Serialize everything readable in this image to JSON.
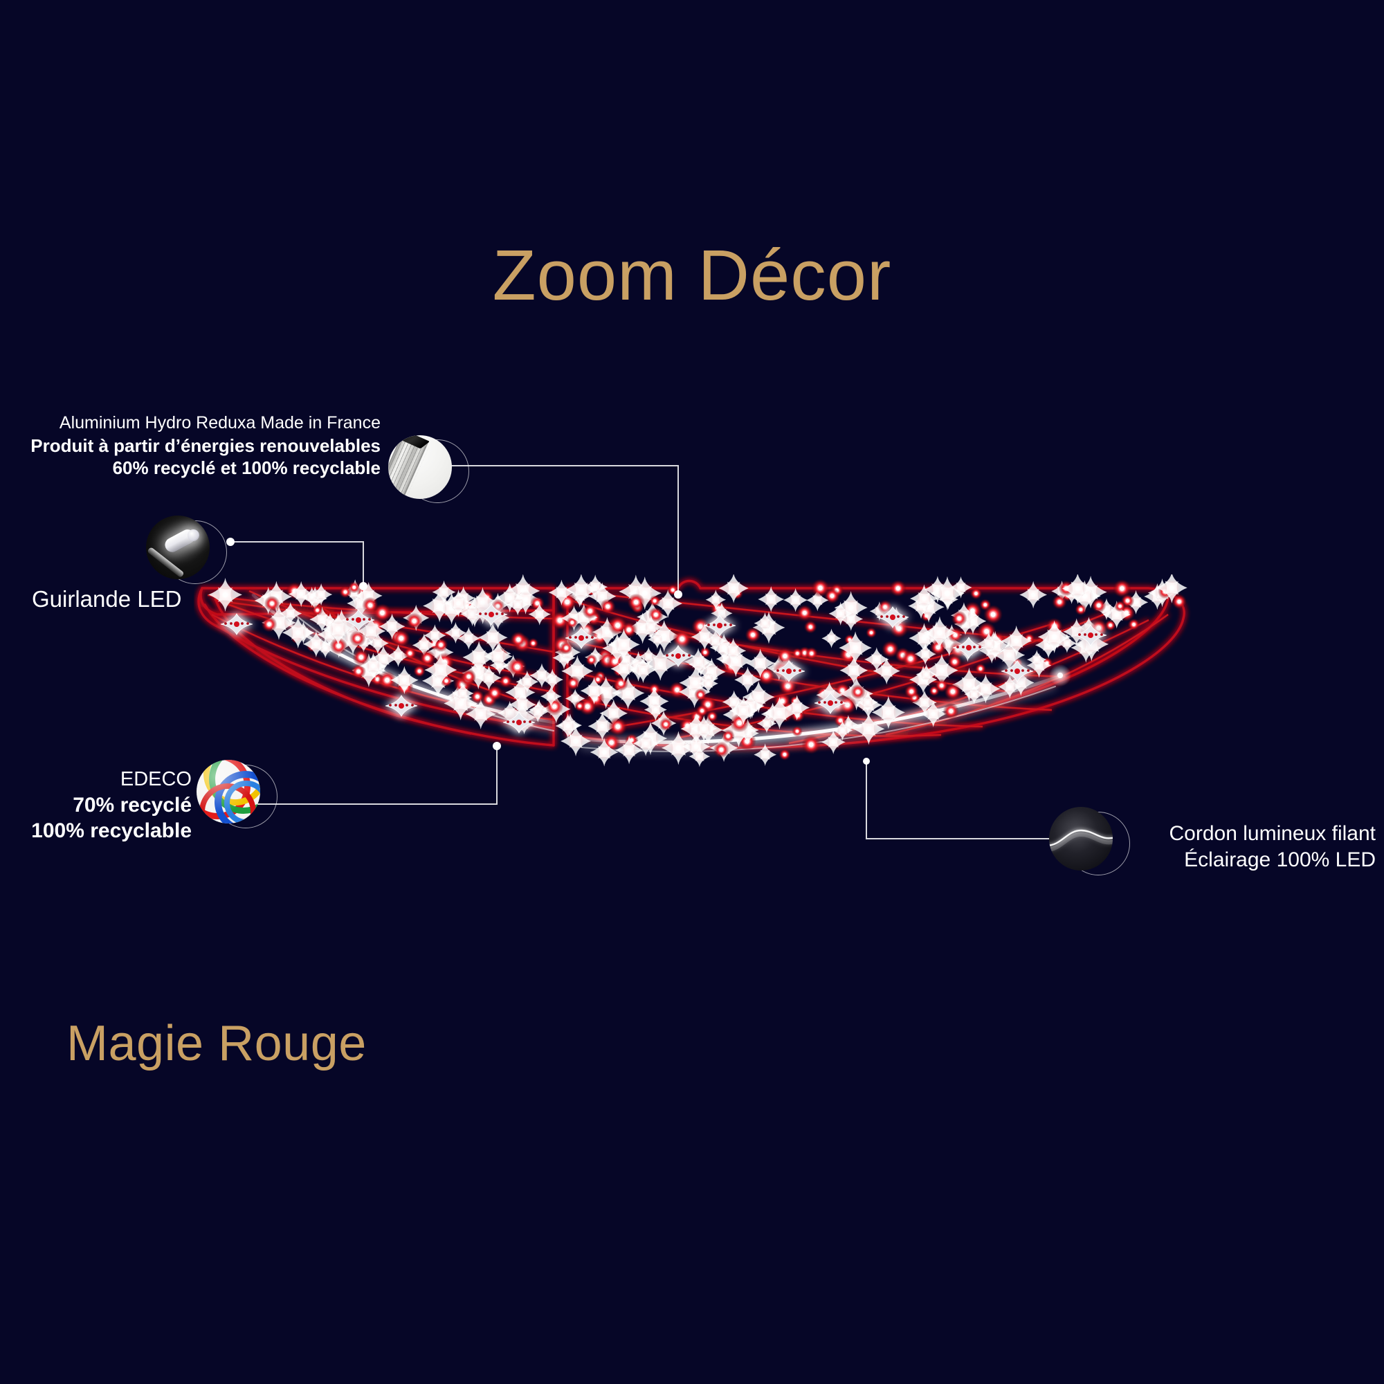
{
  "page": {
    "background_color": "#060627",
    "accent_gold": "#c9a063",
    "decor_red": "#d81020",
    "text_color": "#ffffff"
  },
  "titles": {
    "top": "Zoom Décor",
    "bottom": "Magie Rouge"
  },
  "callouts": [
    {
      "id": "aluminium",
      "icon": "aluminium-profile-icon",
      "lines": [
        {
          "text": "Aluminium Hydro Reduxa Made in France",
          "weight": "regular"
        },
        {
          "text": "Produit à partir d’énergies renouvelables",
          "weight": "bold"
        },
        {
          "text": "60% recyclé et 100% recyclable",
          "weight": "bold"
        }
      ]
    },
    {
      "id": "guirlande",
      "icon": "led-bulb-icon",
      "lines": [
        {
          "text": "Guirlande LED",
          "weight": "regular"
        }
      ]
    },
    {
      "id": "edeco",
      "icon": "edeco-recycled-plastic-icon",
      "lines": [
        {
          "text": "EDECO",
          "weight": "regular"
        },
        {
          "text": "70% recyclé",
          "weight": "bold"
        },
        {
          "text": "100% recyclable",
          "weight": "bold"
        }
      ]
    },
    {
      "id": "cordon",
      "icon": "light-cord-icon",
      "lines": [
        {
          "text": "Cordon lumineux filant",
          "weight": "regular"
        },
        {
          "text": "Éclairage 100% LED",
          "weight": "regular"
        }
      ]
    }
  ],
  "decor": {
    "name": "Magie Rouge illuminated arc decoration",
    "led_color": "#e01424",
    "sparkle_color": "#ffffff",
    "ornament_count": 14,
    "cord_color": "#ffffff"
  }
}
